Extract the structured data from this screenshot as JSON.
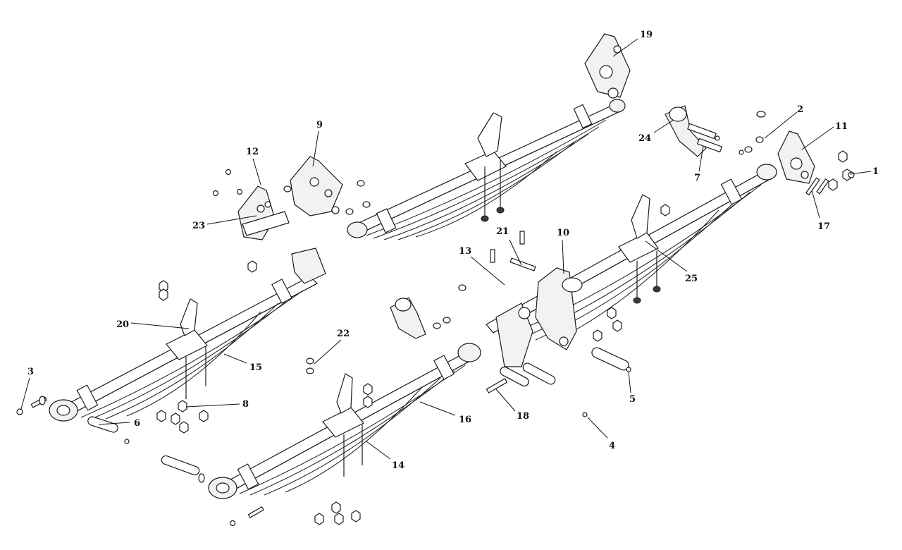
{
  "callouts": [
    {
      "num": "1"
    },
    {
      "num": "2"
    },
    {
      "num": "3"
    },
    {
      "num": "4"
    },
    {
      "num": "5"
    },
    {
      "num": "6"
    },
    {
      "num": "7"
    },
    {
      "num": "8"
    },
    {
      "num": "9"
    },
    {
      "num": "10"
    },
    {
      "num": "11"
    },
    {
      "num": "12"
    },
    {
      "num": "13"
    },
    {
      "num": "14"
    },
    {
      "num": "15"
    },
    {
      "num": "16"
    },
    {
      "num": "17"
    },
    {
      "num": "18"
    },
    {
      "num": "19"
    },
    {
      "num": "20"
    },
    {
      "num": "21"
    },
    {
      "num": "22"
    },
    {
      "num": "23"
    },
    {
      "num": "24"
    },
    {
      "num": "25"
    }
  ]
}
